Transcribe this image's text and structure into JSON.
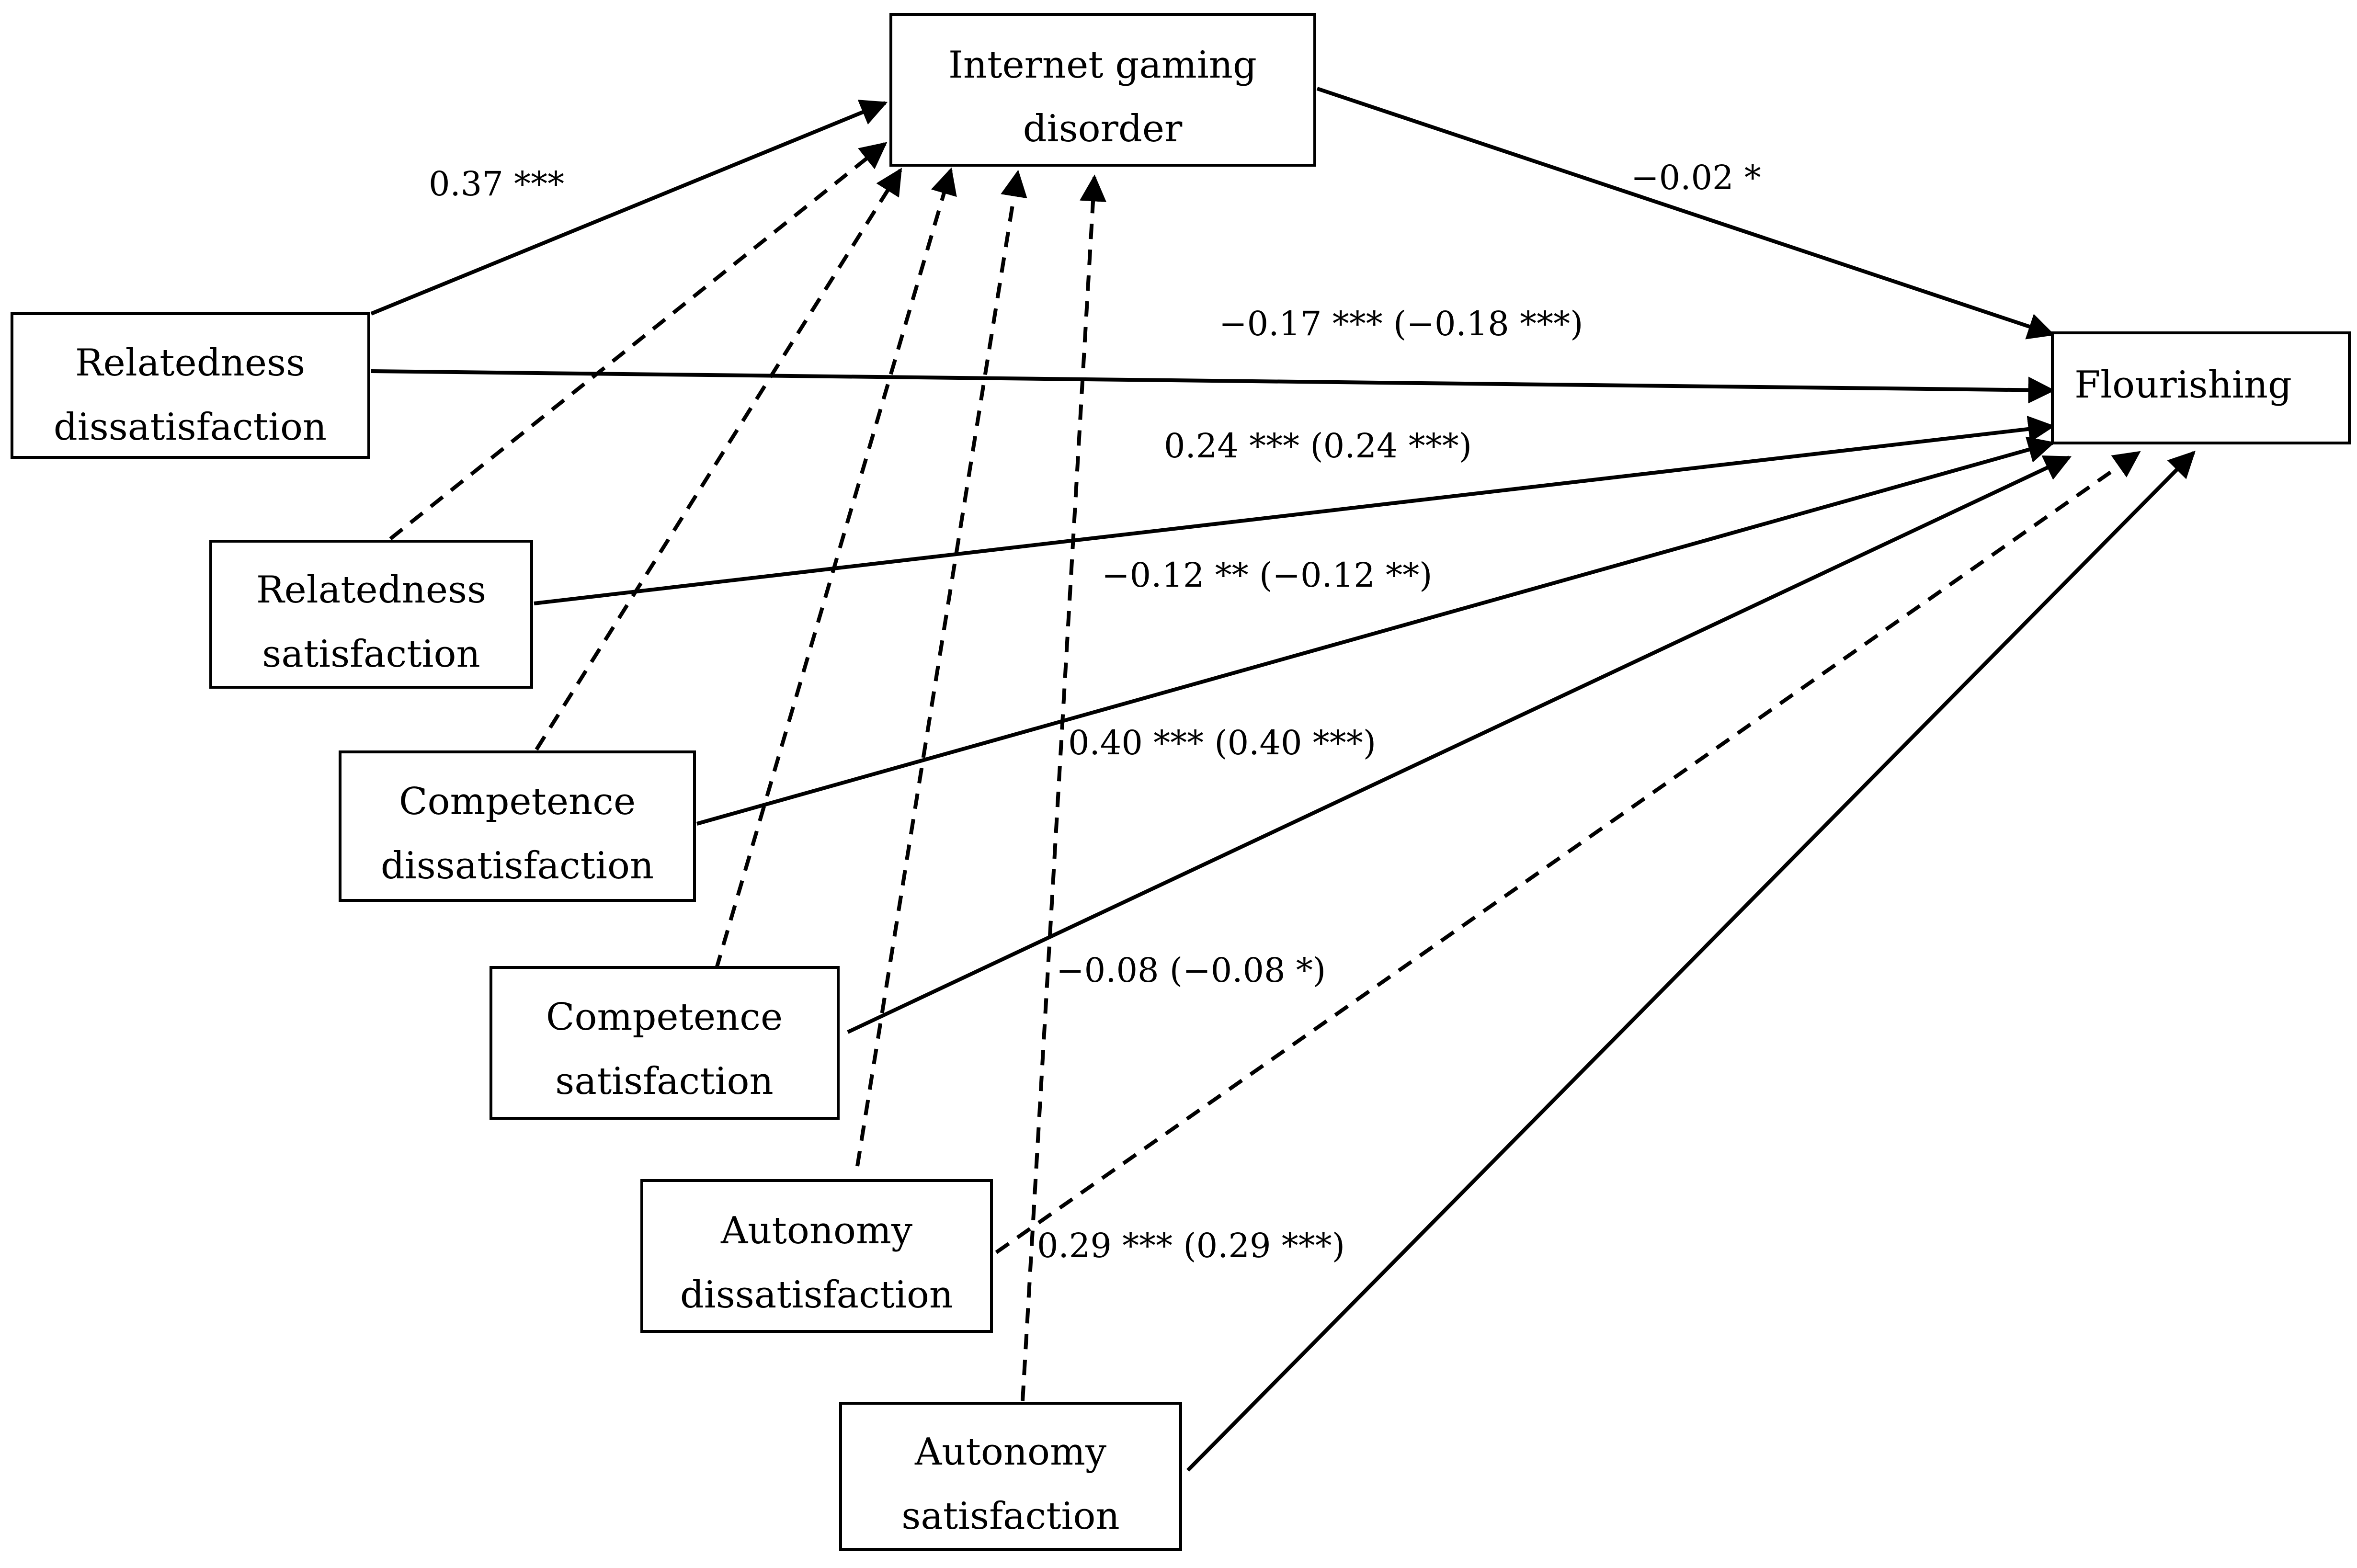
{
  "nodes": {
    "igd": {
      "line1": "Internet gaming",
      "line2": "disorder"
    },
    "flourishing": {
      "line1": "Flourishing"
    },
    "rel_dis": {
      "line1": "Relatedness",
      "line2": "dissatisfaction"
    },
    "rel_sat": {
      "line1": "Relatedness",
      "line2": "satisfaction"
    },
    "comp_dis": {
      "line1": "Competence",
      "line2": "dissatisfaction"
    },
    "comp_sat": {
      "line1": "Competence",
      "line2": "satisfaction"
    },
    "aut_dis": {
      "line1": "Autonomy",
      "line2": "dissatisfaction"
    },
    "aut_sat": {
      "line1": "Autonomy",
      "line2": "satisfaction"
    }
  },
  "paths": {
    "rel_dis_to_igd": "0.37 ***",
    "igd_to_flourishing": "−0.02 *",
    "rel_dis_to_flourishing": "−0.17 *** (−0.18 ***)",
    "rel_sat_to_flourishing": "0.24 *** (0.24 ***)",
    "comp_dis_to_flourishing": "−0.12 ** (−0.12 **)",
    "comp_sat_to_flourishing": "0.40 *** (0.40 ***)",
    "aut_dis_to_flourishing": "−0.08 (−0.08 *)",
    "aut_sat_to_flourishing": "0.29 *** (0.29 ***)"
  },
  "legend_styles": {
    "significant_path": "solid",
    "nonsignificant_path": "dashed"
  }
}
